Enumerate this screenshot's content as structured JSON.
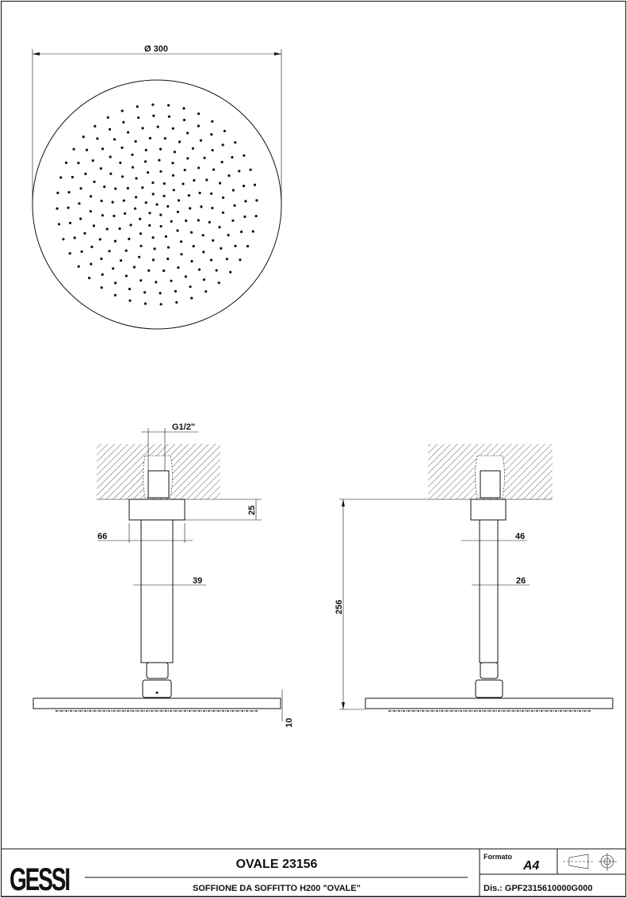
{
  "top_view": {
    "diameter_label": "Ø 300"
  },
  "front_view": {
    "thread_label": "G1/2\"",
    "flange_height": "25",
    "flange_diameter": "66",
    "pipe_diameter": "39",
    "plate_thickness": "10"
  },
  "side_view": {
    "total_height": "256",
    "flange_diameter": "46",
    "pipe_diameter": "26"
  },
  "title_block": {
    "logo": "GESSI",
    "product_title": "OVALE 23156",
    "description": "SOFFIONE DA SOFFITTO H200 \"OVALE\"",
    "format_label": "Formato",
    "format_value": "A4",
    "drawing_number": "Dis.: GPF2315610000G000"
  }
}
